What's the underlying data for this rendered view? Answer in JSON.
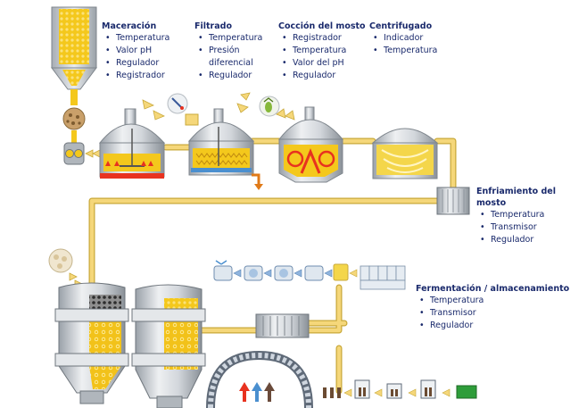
{
  "stages": {
    "maceracion": {
      "title": "Maceración",
      "items": [
        "Temperatura",
        "Valor pH",
        "Regulador",
        "Registrador"
      ]
    },
    "filtrado": {
      "title": "Filtrado",
      "items": [
        "Temperatura",
        "Presión",
        "diferencial",
        "Regulador"
      ]
    },
    "coccion": {
      "title": "Cocción del mosto",
      "items": [
        "Registrador",
        "Temperatura",
        "Valor del pH",
        "Regulador"
      ]
    },
    "centrifugado": {
      "title": "Centrifugado",
      "items": [
        "Indicador",
        "Temperatura"
      ]
    },
    "enfriamiento": {
      "title": "Enfriamiento del mosto",
      "items": [
        "Temperatura",
        "Transmisor",
        "Regulador"
      ]
    },
    "fermentacion": {
      "title": "Fermentación / almacenamiento",
      "items": [
        "Temperatura",
        "Transmisor",
        "Regulador"
      ]
    }
  },
  "colors": {
    "pipe": "#f5d77a",
    "pipe_edge": "#c9a93a",
    "tank_steel": "#c8ccd2",
    "tank_steel_dark": "#8d949c",
    "liquid": "#f2c21a",
    "heat": "#e8321f",
    "label_text": "#1a2a6c",
    "filter_blue": "#4a8fcf",
    "green_box": "#2e9d3a"
  }
}
